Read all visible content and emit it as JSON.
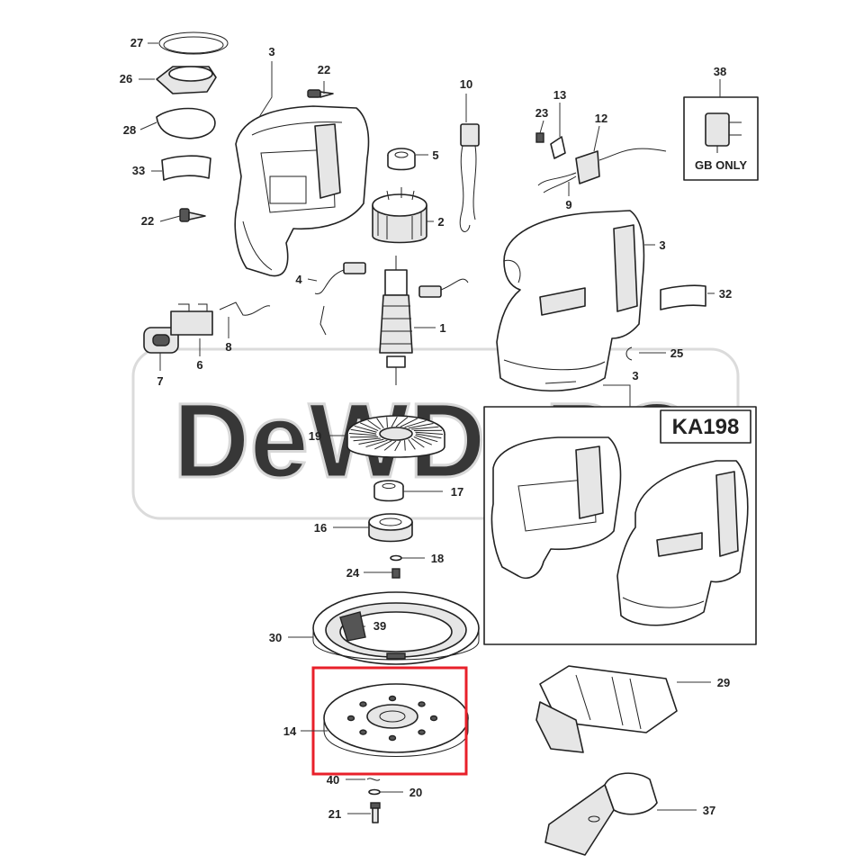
{
  "watermark": "DeWDePO",
  "callouts": {
    "n27": "27",
    "n26": "26",
    "n28": "28",
    "n33": "33",
    "n22a": "22",
    "n22b": "22",
    "n3a": "3",
    "n3b": "3",
    "n3c": "3",
    "n10": "10",
    "n5": "5",
    "n2": "2",
    "n4": "4",
    "n1": "1",
    "n13": "13",
    "n23": "23",
    "n12": "12",
    "n9": "9",
    "n38": "38",
    "n32": "32",
    "n25": "25",
    "n6": "6",
    "n7": "7",
    "n8": "8",
    "n19": "19",
    "n17": "17",
    "n16": "16",
    "n18": "18",
    "n24": "24",
    "n39": "39",
    "n30": "30",
    "n14": "14",
    "n40": "40",
    "n20": "20",
    "n21": "21",
    "n29": "29",
    "n37": "37"
  },
  "gb_only_label": "GB ONLY",
  "kit_label": "KA198",
  "highlight_color": "#e8202a"
}
